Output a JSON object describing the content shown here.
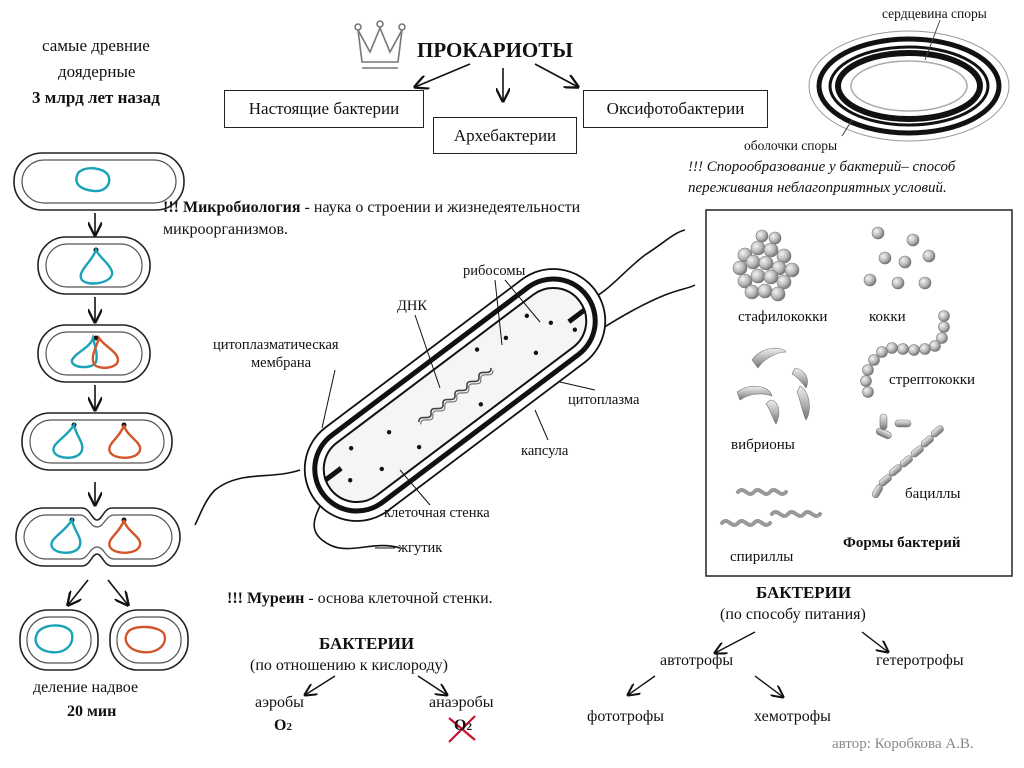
{
  "ancient": {
    "line1": "самые древние",
    "line2": "доядерные",
    "line3": "3 млрд лет назад"
  },
  "title": "ПРОКАРИОТЫ",
  "kingdoms": {
    "true_bacteria": "Настоящие бактерии",
    "archaea": "Архебактерии",
    "oxyphoto": "Оксифотобактерии"
  },
  "spore": {
    "core": "сердцевина споры",
    "shells": "оболочки споры",
    "note_line1": "!!! Спорообразование у бактерий– способ",
    "note_line2": "переживания неблагоприятных  условий."
  },
  "microbio": {
    "prefix": "!!! ",
    "term": "Микробиология",
    "def1": " - наука о строении и жизнедеятельности",
    "def2": "микроорганизмов."
  },
  "cell": {
    "ribosomes": "рибосомы",
    "dna": "ДНК",
    "membrane1": "цитоплазматическая",
    "membrane2": "мембрана",
    "cytoplasm": "цитоплазма",
    "capsule": "капсула",
    "wall": "клеточная стенка",
    "flagellum": "жгутик"
  },
  "murein": {
    "prefix": "!!! ",
    "term": "Муреин",
    "def": " -  основа клеточной стенки."
  },
  "division": {
    "line1": "деление надвое",
    "line2": "20 мин"
  },
  "shapes": {
    "staph": "стафилококки",
    "cocci": "кокки",
    "strep": "стрептококки",
    "vibrio": "вибрионы",
    "bacilli": "бациллы",
    "spirilla": "спириллы",
    "title": "Формы бактерий"
  },
  "oxygen": {
    "title": "БАКТЕРИИ",
    "sub": "(по отношению к кислороду)",
    "aerobes": "аэробы",
    "anaerobes": "анаэробы",
    "o2_a": "O",
    "o2_b": "O",
    "sub2": "2"
  },
  "nutrition": {
    "title": "БАКТЕРИИ",
    "sub": "(по способу питания)",
    "auto": "автотрофы",
    "hetero": "гетеротрофы",
    "photo": "фототрофы",
    "chemo": "хемотрофы"
  },
  "author": "автор: Коробкова А.В.",
  "colors": {
    "teal": "#1aa3b8",
    "orange": "#d2562a",
    "red": "#c8102e",
    "gray": "#888888"
  }
}
